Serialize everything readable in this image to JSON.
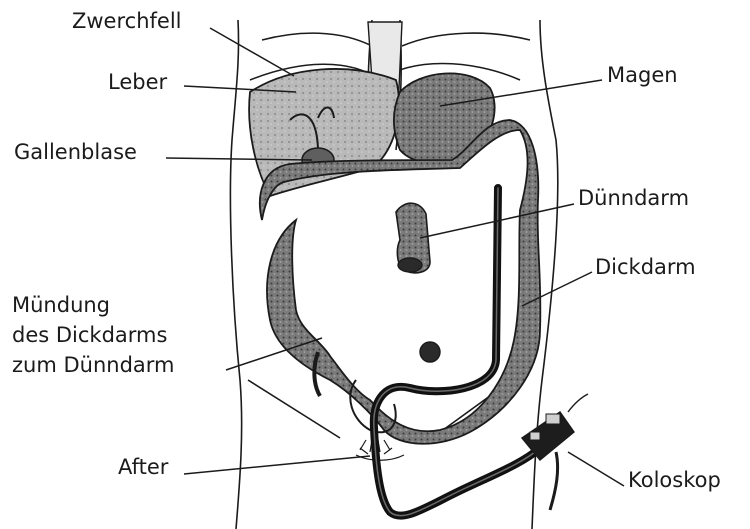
{
  "labels": {
    "zwerchfell": "Zwerchfell",
    "leber": "Leber",
    "gallenblase": "Gallenblase",
    "magen": "Magen",
    "duenndarm": "Dünndarm",
    "dickdarm": "Dickdarm",
    "muendung_line1": "Mündung",
    "muendung_line2": "des Dickdarms",
    "muendung_line3": "zum Dünndarm",
    "after": "After",
    "koloskop": "Koloskop"
  },
  "colors": {
    "ink": "#1b1b1b",
    "organ_fill": "#8c8c8c",
    "liver_fill": "#b3b3b3",
    "colon_fill": "#6e6e6e",
    "background": "#ffffff"
  }
}
